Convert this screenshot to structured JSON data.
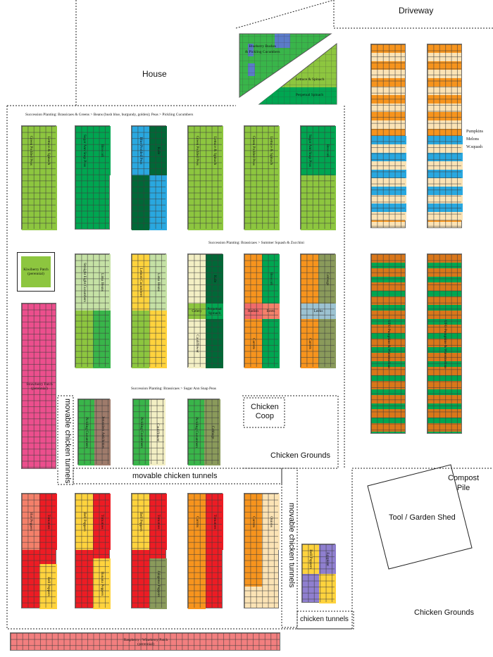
{
  "labels": {
    "driveway": "Driveway",
    "house": "House",
    "chicken_coop": "Chicken\nCoop",
    "chicken_grounds_1": "Chicken Grounds",
    "chicken_grounds_2": "Chicken Grounds",
    "compost_pile": "Compost\nPile",
    "tool_shed": "Tool / Garden Shed",
    "movable_tunnels_1": "movable chicken tunnels",
    "movable_tunnels_2": "movable chicken tunnels",
    "movable_tunnels_3": "movable chicken tunnels",
    "chicken_tunnels": "chicken tunnels",
    "pumpkins": "Pumpkins\nMelons\nW.squash",
    "succession_1": "Succession Planting: Brassicaes & Greens > Beans (bush blue, burgundy, golden); Peas > Pickling Cucumbers",
    "succession_2": "Succession Planting: Brassicaes > Summer Squash & Zucchini",
    "succession_3": "Succession Planting: Brassicaes > Sugar Ann Snap Peas",
    "blueberry": "Blueberry Bushes\n& Pickling Cucumbers",
    "lettuce_tri": "Lettuce & Spinach",
    "perpetual_tri": "Perpetual Spinach",
    "kiwiberry": "Kiwiberry Patch\n(perennial)",
    "strawberry": "Strawberry Patch\n(perennial)",
    "raspberry": "Raspberry / Wineberry Patch\n(perennial)",
    "tall_pumpkin_bed": "Pumpkins, Melons, W.squash",
    "tall_watermelon_bed": "UFO Pumpkins & Watermelons"
  },
  "colors": {
    "lime": "#8dc63f",
    "mid_green": "#39b54a",
    "dark_green": "#00a651",
    "forest": "#006837",
    "pale_green": "#c5e1a5",
    "sky_blue": "#29a8e0",
    "periwinkle": "#5b7bc8",
    "orange": "#f7941d",
    "peach": "#fbe3b5",
    "dark_orange": "#d9771a",
    "red": "#ed1c24",
    "salmon": "#f4806a",
    "yellow": "#ffd33d",
    "olive": "#8a9a5b",
    "cream": "#f3efc4",
    "brown": "#9e7b6b",
    "pink": "#ec4f8d",
    "light_red": "#f06b6b",
    "steel_blue": "#9cc2d1",
    "lavender": "#8f7fcf",
    "rose": "#f27f7f"
  },
  "beds": [
    {
      "id": "r1b1",
      "blocks": [
        {
          "text": "Green Podded Peas",
          "color": "#8dc63f"
        },
        {
          "text": "Lettuce & Spinach",
          "color": "#8dc63f"
        }
      ]
    },
    {
      "id": "r1b2",
      "blocks": [
        {
          "text": "Sugar Ann Snap Peas",
          "color": "#00a651"
        },
        {
          "text": "Broccoli",
          "color": "#00a651"
        }
      ]
    },
    {
      "id": "r1b3",
      "blocks": [
        {
          "text": "Blue Podded Peas",
          "color": "#29a8e0"
        },
        {
          "text": "Kale",
          "color": "#006837"
        }
      ]
    },
    {
      "id": "r1b4",
      "blocks": [
        {
          "text": "Green Podded Peas",
          "color": "#8dc63f"
        },
        {
          "text": "Lettuce & Spinach",
          "color": "#8dc63f"
        }
      ]
    },
    {
      "id": "r1b5",
      "blocks": [
        {
          "text": "Green Podded Peas",
          "color": "#8dc63f"
        },
        {
          "text": "Lettuce & Spinach",
          "color": "#8dc63f"
        }
      ]
    },
    {
      "id": "r1b6",
      "blocks": [
        {
          "text": "Sugar Ann Snap Peas",
          "color": "#00a651"
        },
        {
          "text": "Broccoli",
          "color": "#00a651"
        }
      ]
    },
    {
      "id": "r2b1",
      "blocks": [
        {
          "text": "Straight Eight Cucumbers",
          "color": "#c5e1a5"
        },
        {
          "text": "Lima Beans",
          "color": "#8dc63f"
        }
      ]
    },
    {
      "id": "r2b2",
      "blocks": [
        {
          "text": "Lemon Cucumbers",
          "color": "#ffd33d"
        },
        {
          "text": "Lima Beans",
          "color": "#8dc63f"
        }
      ]
    },
    {
      "id": "r2b3",
      "blocks": [
        {
          "text": "Kale",
          "color": "#006837"
        },
        {
          "text": "Celery",
          "color": "#8dc63f"
        },
        {
          "text": "Perpetual Spinach",
          "color": "#00a651"
        },
        {
          "text": "Cauliflower",
          "color": "#f3efc4"
        }
      ]
    },
    {
      "id": "r2b4",
      "blocks": [
        {
          "text": "Broccoli",
          "color": "#00a651"
        },
        {
          "text": "Radish",
          "color": "#f06b6b"
        },
        {
          "text": "Beets",
          "color": "#f4806a"
        },
        {
          "text": "Carrots",
          "color": "#f7941d"
        }
      ]
    },
    {
      "id": "r2b5",
      "blocks": [
        {
          "text": "Cabbage",
          "color": "#8a9a5b"
        },
        {
          "text": "Leeks",
          "color": "#9cc2d1"
        },
        {
          "text": "Carrots",
          "color": "#f7941d"
        }
      ]
    },
    {
      "id": "r3b1",
      "blocks": [
        {
          "text": "Pickling Cucumbers",
          "color": "#39b54a"
        },
        {
          "text": "Jerusalem Artichokes",
          "color": "#9e7b6b"
        }
      ]
    },
    {
      "id": "r3b2",
      "blocks": [
        {
          "text": "Pickling Cucumbers",
          "color": "#39b54a"
        },
        {
          "text": "Cauliflower",
          "color": "#f3efc4"
        }
      ]
    },
    {
      "id": "r3b3",
      "blocks": [
        {
          "text": "Pickling Cucumbers",
          "color": "#39b54a"
        },
        {
          "text": "Cabbage",
          "color": "#8a9a5b"
        }
      ]
    },
    {
      "id": "r4b1",
      "blocks": [
        {
          "text": "Hot Peppers",
          "color": "#f4806a"
        },
        {
          "text": "Tomatoes",
          "color": "#ed1c24"
        },
        {
          "text": "Bell Peppers",
          "color": "#ffd33d"
        }
      ]
    },
    {
      "id": "r4b2",
      "blocks": [
        {
          "text": "Bell Peppers",
          "color": "#ffd33d"
        },
        {
          "text": "Tomatoes",
          "color": "#ed1c24"
        },
        {
          "text": "Banana Peppers",
          "color": "#ffd33d"
        }
      ]
    },
    {
      "id": "r4b3",
      "blocks": [
        {
          "text": "Bell Peppers",
          "color": "#ffd33d"
        },
        {
          "text": "Tomatoes",
          "color": "#ed1c24"
        },
        {
          "text": "Jalapeno Peppers",
          "color": "#8a9a5b"
        }
      ]
    },
    {
      "id": "r4b4",
      "blocks": [
        {
          "text": "Carrots",
          "color": "#f7941d"
        },
        {
          "text": "Tomatoes",
          "color": "#ed1c24"
        }
      ]
    },
    {
      "id": "r4b5",
      "blocks": [
        {
          "text": "Carrots",
          "color": "#f7941d"
        },
        {
          "text": "Onions",
          "color": "#fbe3b5"
        }
      ]
    },
    {
      "id": "r4b6",
      "blocks": [
        {
          "text": "Bell Peppers",
          "color": "#ffd33d"
        },
        {
          "text": "Eggplant",
          "color": "#8f7fcf"
        }
      ]
    }
  ]
}
